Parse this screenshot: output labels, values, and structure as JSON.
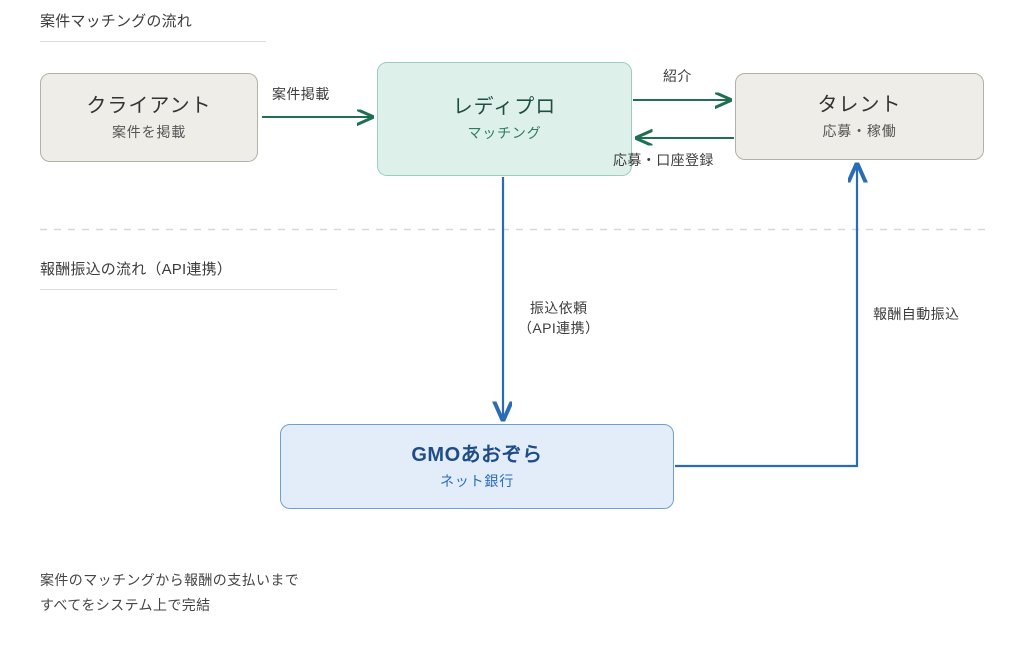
{
  "sections": {
    "matching": {
      "title": "案件マッチングの流れ"
    },
    "payment": {
      "title": "報酬振込の流れ（API連携）"
    }
  },
  "nodes": {
    "client": {
      "title": "クライアント",
      "subtitle": "案件を掲載"
    },
    "platform": {
      "title": "レディプロ",
      "subtitle": "マッチング"
    },
    "talent": {
      "title": "タレント",
      "subtitle": "応募・稼働"
    },
    "bank": {
      "title": "GMOあおぞら",
      "subtitle": "ネット銀行"
    }
  },
  "edges": {
    "post": "案件掲載",
    "intro": "紹介",
    "apply": "応募・口座登録",
    "transfer_line1": "振込依頼",
    "transfer_line2": "（API連携）",
    "auto_transfer": "報酬自動振込"
  },
  "footer": {
    "line1": "案件のマッチングから報酬の支払いまで",
    "line2": "すべてをシステム上で完結"
  },
  "colors": {
    "green_accent": "#1f6f53",
    "blue_accent": "#2a6bb5",
    "beige_fill": "#efede8",
    "mint_fill": "#ddf1ea",
    "blue_fill": "#e3edf9",
    "divider": "#dcdcdc"
  }
}
